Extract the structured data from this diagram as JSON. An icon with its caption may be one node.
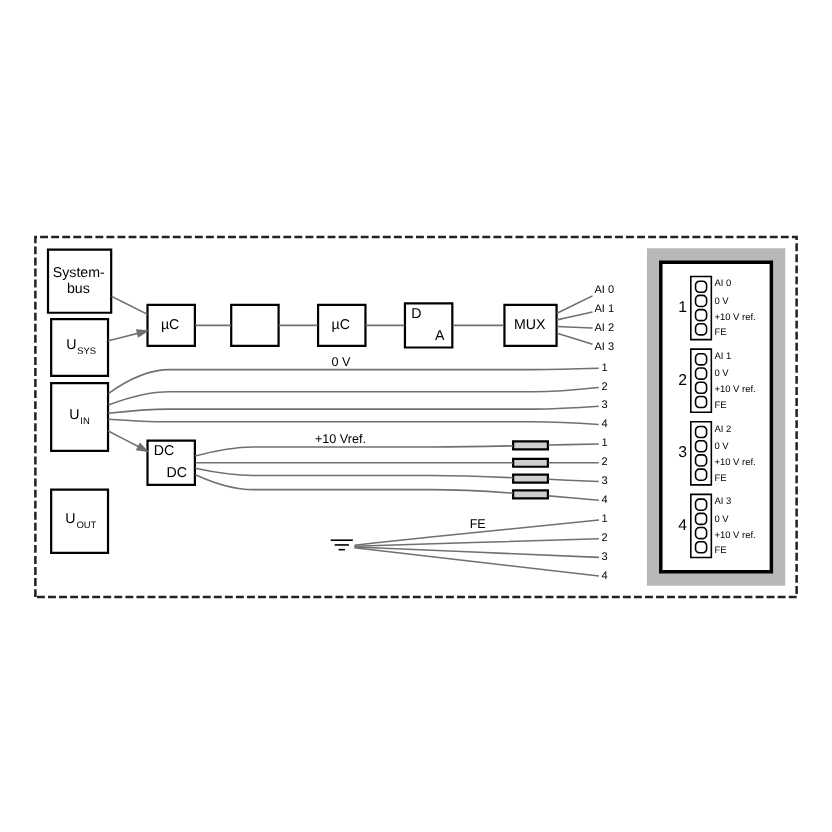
{
  "diagram": {
    "nodes": [
      {
        "text": [],
        "shape": "box"
      },
      {
        "text": [
          "System- bus"
        ],
        "in": 0
      },
      {
        "text": [
          "U$_{SYS}$"
        ],
        "in": 0
      },
      {
        "text": [
          "U$_{IN}$"
        ],
        "in": 0
      },
      {
        "text": [
          "U$_{OUT}$"
        ],
        "in": 0
      },
      {
        "text": [
          "µC"
        ],
        "in": 0
      },
      {
        "text": [],
        "shape": "box",
        "in": 0
      },
      {
        "text": [
          "µC"
        ],
        "in": 0
      },
      {
        "text": [
          "D",
          "A"
        ],
        "in": 0
      },
      {
        "text": [
          "MUX"
        ],
        "in": 0
      },
      {
        "text": [
          "AI 0"
        ],
        "in": 0
      },
      {
        "text": [
          "AI 1"
        ],
        "in": 0
      },
      {
        "text": [
          "AI 2"
        ],
        "in": 0
      },
      {
        "text": [
          "AI 3"
        ],
        "in": 0
      },
      {
        "text": [
          "DC",
          "DC"
        ],
        "in": 0
      },
      {
        "text": [
          "1"
        ],
        "in": 0
      },
      {
        "text": [
          "2"
        ],
        "in": 0
      },
      {
        "text": [
          "3"
        ],
        "in": 0
      },
      {
        "text": [
          "4"
        ],
        "in": 0
      },
      {
        "text": [],
        "shape": "box",
        "in": 0
      },
      {
        "text": [],
        "shape": "box",
        "in": 0
      },
      {
        "text": [],
        "shape": "box",
        "in": 0
      },
      {
        "text": [],
        "shape": "box",
        "in": 0
      },
      {
        "text": [
          "1"
        ],
        "in": 0
      },
      {
        "text": [
          "2"
        ],
        "in": 0
      },
      {
        "text": [
          "3"
        ],
        "in": 0
      },
      {
        "text": [
          "4"
        ],
        "in": 0
      },
      {
        "text": [],
        "shape": "ground",
        "in": 0
      },
      {
        "text": [
          "1"
        ],
        "in": 0
      },
      {
        "text": [
          "2"
        ],
        "in": 0
      },
      {
        "text": [
          "3"
        ],
        "in": 0
      },
      {
        "text": [
          "4"
        ],
        "in": 0
      },
      {
        "text": [],
        "shape": "box",
        "in": 0
      },
      {
        "text": [],
        "shape": "box",
        "in": 32
      },
      {
        "text": [],
        "shape": "terminal",
        "in": 33,
        "beside": [
          "1",
          "AI 0",
          "0 V",
          "+10 V ref.",
          "FE"
        ]
      },
      {
        "text": [],
        "shape": "terminal",
        "in": 33,
        "beside": [
          "2",
          "AI 1",
          "0 V",
          "+10 V ref.",
          "FE"
        ]
      },
      {
        "text": [],
        "shape": "terminal",
        "in": 33,
        "beside": [
          "3",
          "AI 2",
          "0 V",
          "+10 V ref.",
          "FE"
        ]
      },
      {
        "text": [],
        "shape": "terminal",
        "in": 33,
        "beside": [
          "4",
          "AI 3",
          "0 V",
          "+10 V ref.",
          "FE"
        ]
      }
    ],
    "edges": [
      {
        "from": 1,
        "to": 5,
        "arrow": "none"
      },
      {
        "from": 2,
        "to": 5,
        "arrow": "to"
      },
      {
        "from": 5,
        "to": 6,
        "arrow": "none"
      },
      {
        "from": 6,
        "to": 7,
        "arrow": "none"
      },
      {
        "from": 7,
        "to": 8,
        "arrow": "none"
      },
      {
        "from": 8,
        "to": 9,
        "arrow": "none"
      },
      {
        "from": 9,
        "to": 10,
        "arrow": "none"
      },
      {
        "from": 9,
        "to": 11,
        "arrow": "none"
      },
      {
        "from": 9,
        "to": 12,
        "arrow": "none"
      },
      {
        "from": 9,
        "to": 13,
        "arrow": "none"
      },
      {
        "from": 3,
        "to": 15,
        "arrow": "none",
        "label": "0 V"
      },
      {
        "from": 3,
        "to": 16,
        "arrow": "none"
      },
      {
        "from": 3,
        "to": 17,
        "arrow": "none"
      },
      {
        "from": 3,
        "to": 18,
        "arrow": "none"
      },
      {
        "from": 3,
        "to": 14,
        "arrow": "to"
      },
      {
        "from": 14,
        "to": 19,
        "arrow": "none",
        "label": "+10 Vref."
      },
      {
        "from": 14,
        "to": 20,
        "arrow": "none"
      },
      {
        "from": 14,
        "to": 21,
        "arrow": "none"
      },
      {
        "from": 14,
        "to": 22,
        "arrow": "none"
      },
      {
        "from": 19,
        "to": 23,
        "arrow": "none"
      },
      {
        "from": 20,
        "to": 24,
        "arrow": "none"
      },
      {
        "from": 21,
        "to": 25,
        "arrow": "none"
      },
      {
        "from": 22,
        "to": 26,
        "arrow": "none"
      },
      {
        "from": 27,
        "to": 28,
        "arrow": "none",
        "label": "FE"
      },
      {
        "from": 27,
        "to": 29,
        "arrow": "none"
      },
      {
        "from": 27,
        "to": 30,
        "arrow": "none"
      },
      {
        "from": 27,
        "to": 31,
        "arrow": "none"
      }
    ]
  }
}
